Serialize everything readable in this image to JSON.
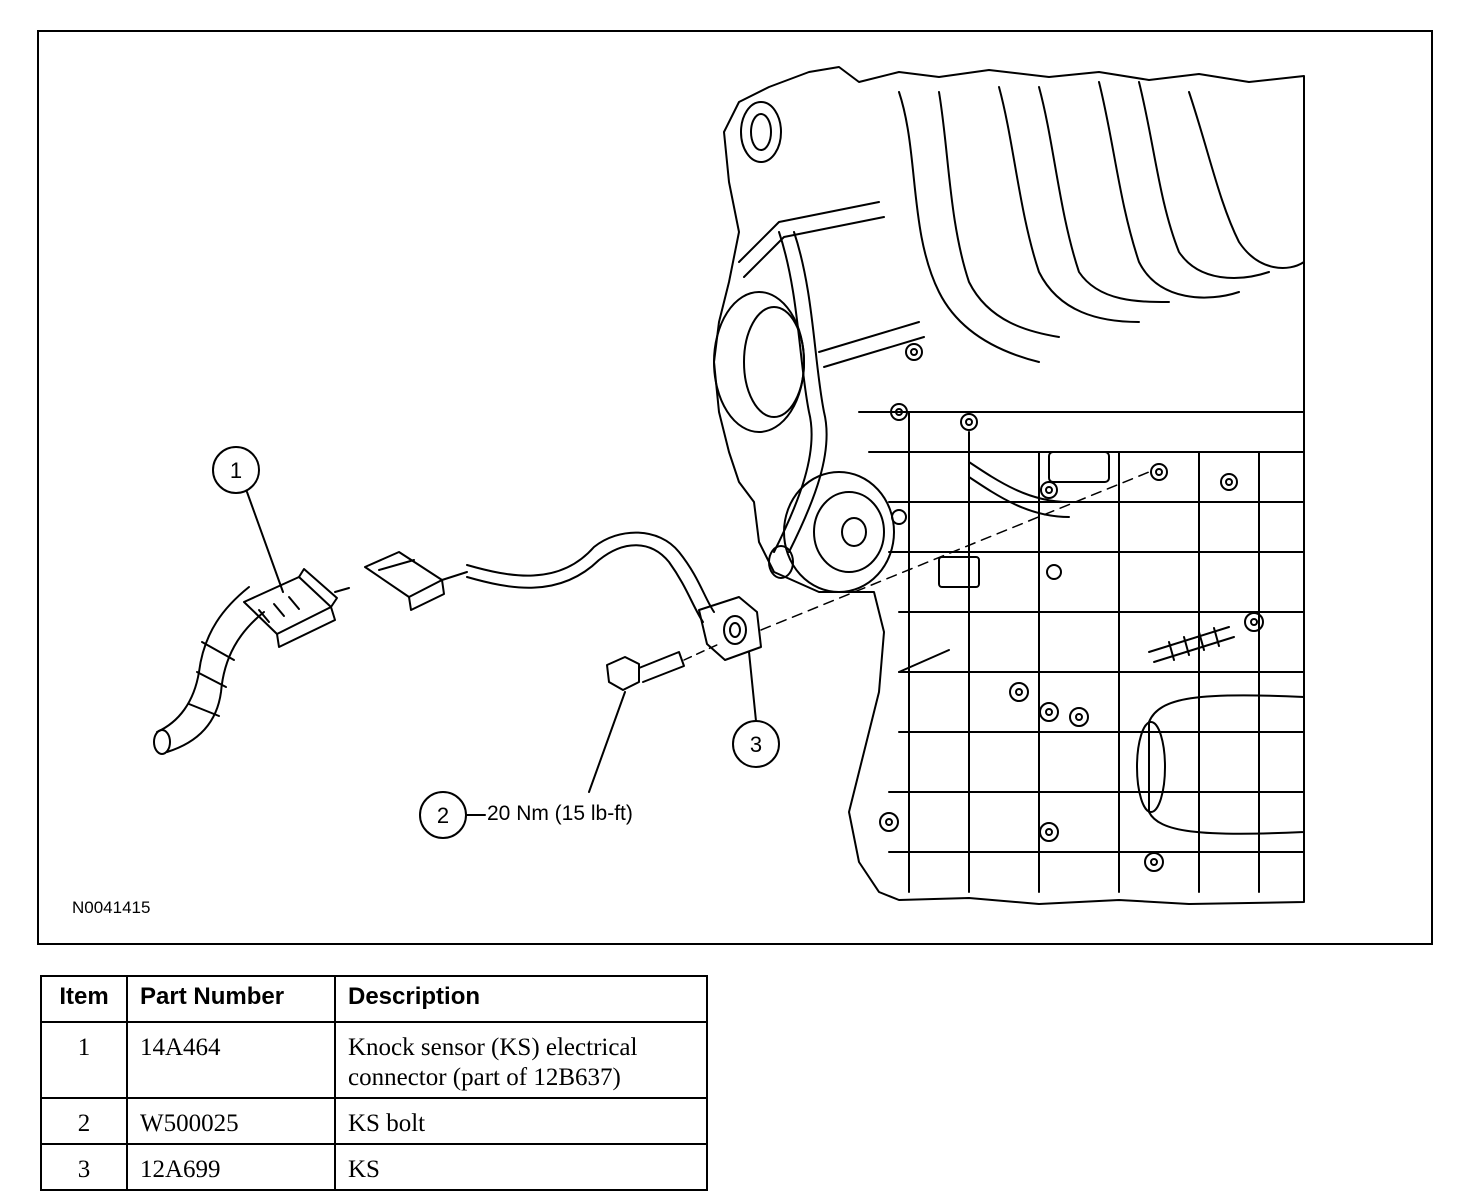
{
  "figure": {
    "id": "N0041415",
    "torque_spec": "20 Nm (15 lb-ft)",
    "callouts": [
      "1",
      "2",
      "3"
    ]
  },
  "table": {
    "headers": [
      "Item",
      "Part Number",
      "Description"
    ],
    "rows": [
      {
        "item": "1",
        "part_number": "14A464",
        "description": "Knock sensor (KS) electrical connector (part of 12B637)"
      },
      {
        "item": "2",
        "part_number": "W500025",
        "description": "KS bolt"
      },
      {
        "item": "3",
        "part_number": "12A699",
        "description": "KS"
      }
    ]
  }
}
